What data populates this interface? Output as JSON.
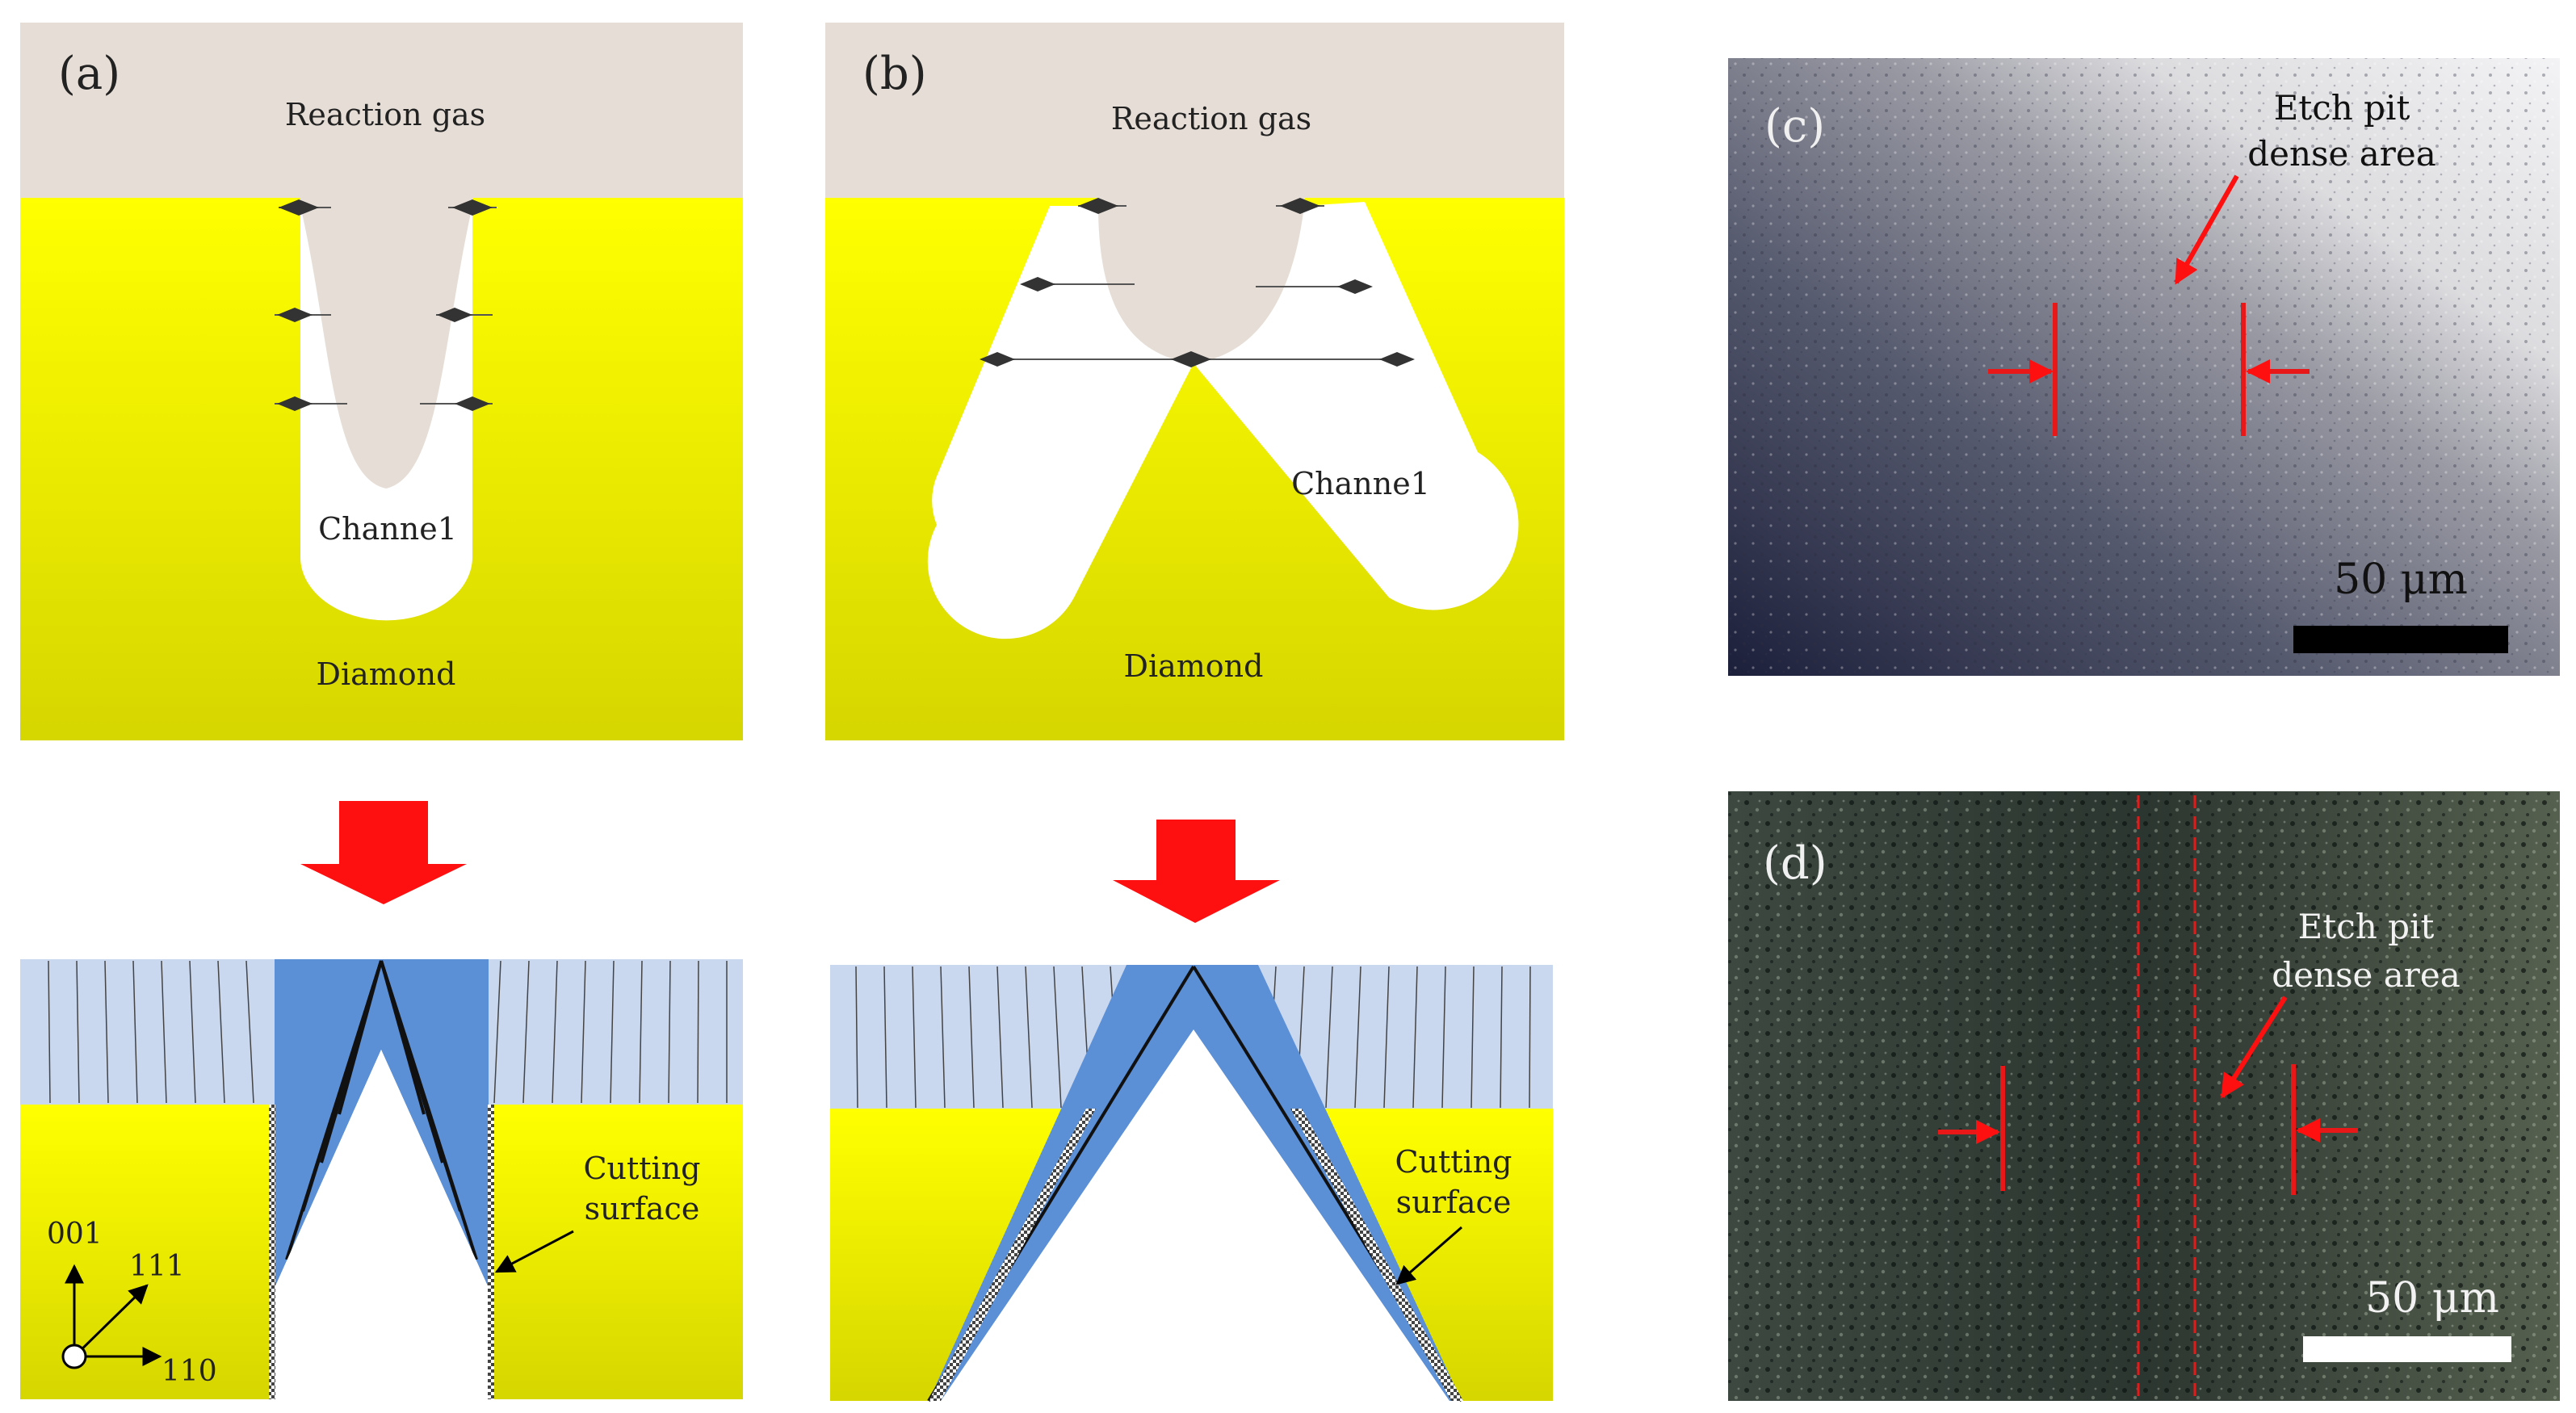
{
  "panels": {
    "a": {
      "label": "(a)",
      "gas": "Reaction gas",
      "channel": "Channe1",
      "diamond": "Diamond"
    },
    "b": {
      "label": "(b)",
      "gas": "Reaction gas",
      "channel": "Channe1",
      "diamond": "Diamond"
    },
    "c": {
      "label": "(c)",
      "annotation_line1": "Etch pit",
      "annotation_line2": "dense area",
      "scale": "50 μm"
    },
    "d": {
      "label": "(d)",
      "annotation_line1": "Etch pit",
      "annotation_line2": "dense area",
      "scale": "50 μm"
    }
  },
  "bottom": {
    "cut_a_line1": "Cutting",
    "cut_a_line2": "surface",
    "cut_b_line1": "Cutting",
    "cut_b_line2": "surface"
  },
  "axes": {
    "z": "001",
    "diag": "111",
    "x": "110"
  },
  "colors": {
    "gas": "#e6ddd6",
    "diamond_top": "#ffff00",
    "diamond_bottom": "#d8d800",
    "channel": "#ffffff",
    "layer_light": "#c9d8ef",
    "layer_mid": "#8fb0e0",
    "arrow_red": "#ff1010",
    "marker_red": "#e81818"
  }
}
